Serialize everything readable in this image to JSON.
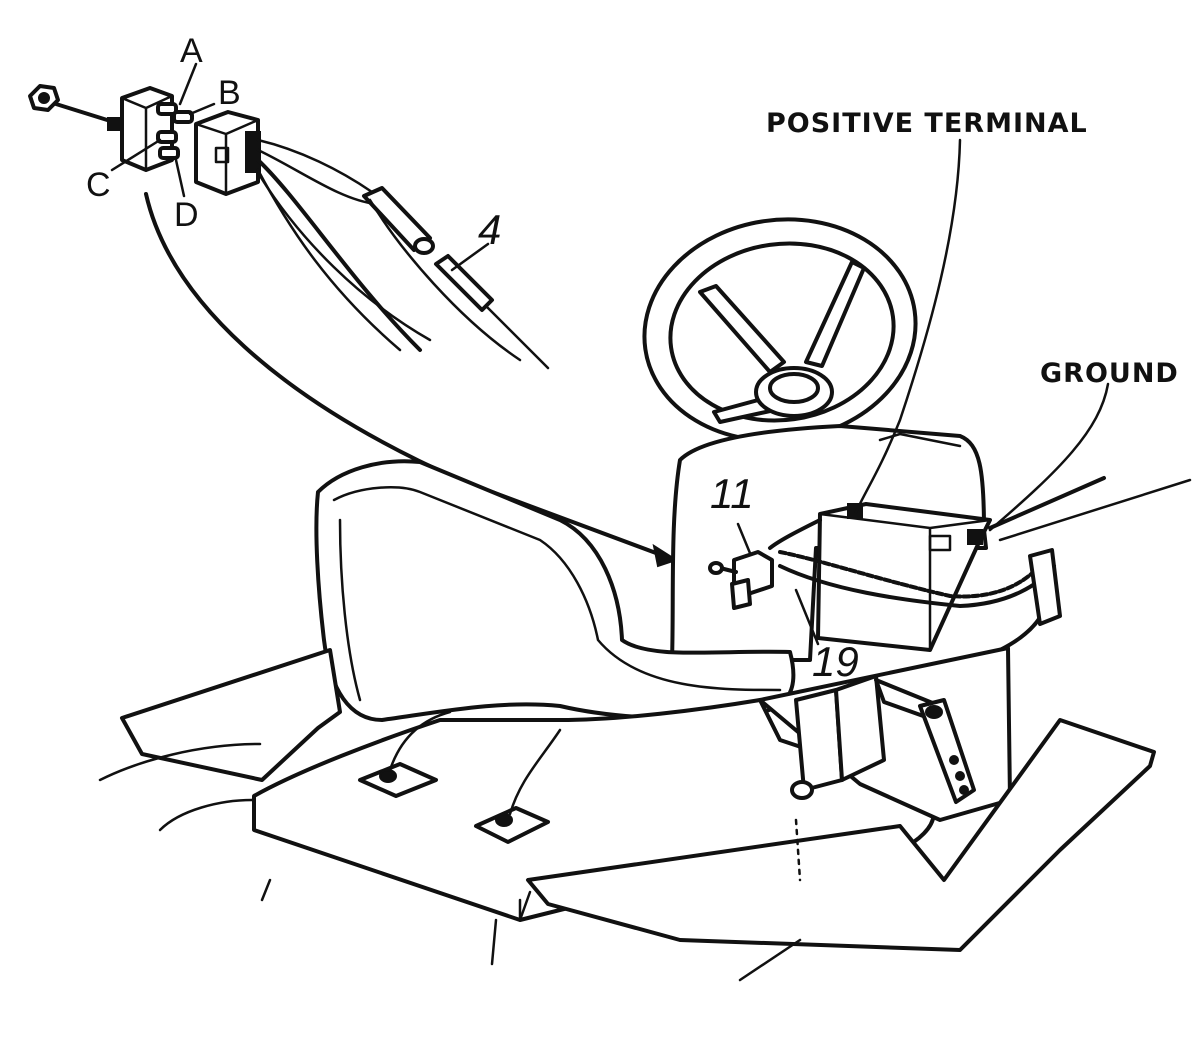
{
  "labels": {
    "positive_terminal": "POSITIVE TERMINAL",
    "ground": "GROUND",
    "pin_a": "A",
    "pin_b": "B",
    "pin_c": "C",
    "pin_d": "D",
    "part_4": "4",
    "part_11": "11",
    "part_19": "19"
  }
}
